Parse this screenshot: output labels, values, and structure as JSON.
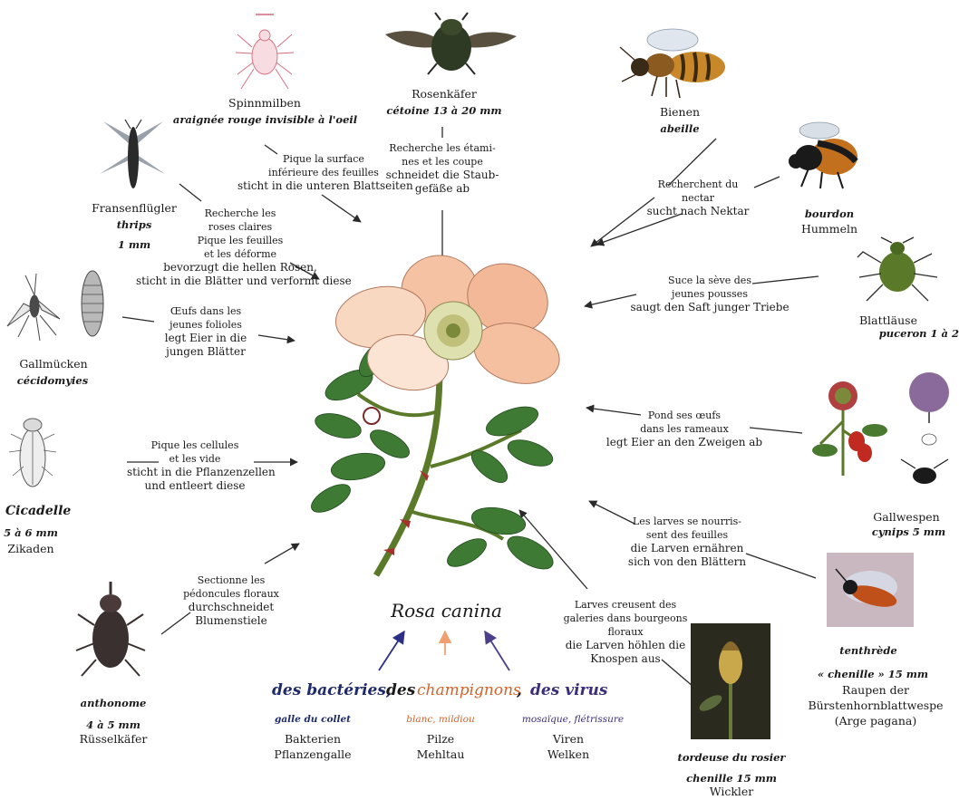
{
  "colors": {
    "arrow": "#2a2a2a",
    "bacteria": "#1f2a6b",
    "fungi": "#d2622a",
    "virus": "#3a2f7a",
    "dark_text": "#1a1a1a"
  },
  "center": {
    "title": "Rosa canina"
  },
  "pests": {
    "spinnmilben": {
      "de": "Spinnmilben",
      "fr": "araignée rouge invisible à l'oeil",
      "icon": "mite-icon",
      "note": [
        "Pique la surface",
        "inférieure des feuilles",
        "sticht in die unteren Blattseiten"
      ]
    },
    "rosenkaefer": {
      "de": "Rosenkäfer",
      "fr": "cétoine 13 à 20 mm",
      "icon": "beetle-icon",
      "note": [
        "Recherche les étami-",
        "nes et les coupe",
        "schneidet die Staub-",
        "gefäße ab"
      ]
    },
    "bienen": {
      "de": "Bienen",
      "fr": "abeille",
      "icon": "bee-icon"
    },
    "bourdon": {
      "fr": "bourdon",
      "de": "Hummeln",
      "icon": "bumblebee-icon",
      "note": [
        "Recherchent du",
        "nectar",
        "sucht nach Nektar"
      ]
    },
    "thrips": {
      "de": "Fransenflügler",
      "fr": "thrips",
      "size": "1 mm",
      "icon": "thrips-icon",
      "note": [
        "Recherche les",
        "roses claires",
        "Pique les feuilles",
        "et les déforme",
        "bevorzugt die hellen Rosen,",
        "sticht in die Blätter und verformt diese"
      ]
    },
    "blattlaeuse": {
      "de": "Blattläuse",
      "fr": "puceron 1 à 2",
      "icon": "aphid-icon",
      "note": [
        "Suce la sève des",
        "jeunes pousses",
        "saugt den Saft junger Triebe"
      ]
    },
    "gallmuecken": {
      "de": "Gallmücken",
      "fr": "cécidomyies",
      "icon": "gall-midge-icon",
      "note": [
        "Œufs dans les",
        "jeunes folioles",
        "legt Eier in die",
        "jungen Blätter"
      ]
    },
    "gallwespen": {
      "de": "Gallwespen",
      "fr": "cynips 5 mm",
      "icon": "gall-wasp-icon",
      "note": [
        "Pond ses œufs",
        "dans les rameaux",
        "legt Eier an den Zweigen ab"
      ]
    },
    "cicadelle": {
      "fr": "Cicadelle",
      "size": "5 à 6 mm",
      "de": "Zikaden",
      "icon": "leafhopper-icon",
      "note": [
        "Pique les cellules",
        "et les vide",
        "sticht in die Pflanzenzellen",
        "und entleert diese"
      ]
    },
    "tenthrede": {
      "fr": "tenthrède",
      "fr2": "« chenille » 15 mm",
      "de1": "Raupen der",
      "de2": "Bürstenhornblattwespe",
      "de3": "(Arge pagana)",
      "icon": "sawfly-icon",
      "note": [
        "Les larves se nourris-",
        "sent des feuilles",
        "die Larven ernähren",
        "sich von den Blättern"
      ]
    },
    "anthonome": {
      "fr": "anthonome",
      "size": "4 à 5 mm",
      "de": "Rüsselkäfer",
      "icon": "weevil-icon",
      "note": [
        "Sectionne les",
        "pédoncules floraux",
        "durchschneidet",
        "Blumenstiele"
      ]
    },
    "tordeuse": {
      "fr": "tordeuse du rosier",
      "fr2": "chenille 15 mm",
      "de": "Wickler",
      "icon": "leaf-roller-icon",
      "note": [
        "Larves creusent des",
        "galeries dans bourgeons",
        "floraux",
        "die Larven höhlen die",
        "Knospen aus"
      ]
    }
  },
  "diseases": {
    "bacteria": {
      "fr": "des bactéries,",
      "sub": "galle du collet",
      "de1": "Bakterien",
      "de2": "Pflanzengalle"
    },
    "fungi": {
      "prefix": "des",
      "fr": "champignons",
      "suffix": ",",
      "sub": "blanc, mildiou",
      "de1": "Pilze",
      "de2": "Mehltau"
    },
    "virus": {
      "fr": "des virus",
      "sub": "mosaïque, flétrissure",
      "de1": "Viren",
      "de2": "Welken"
    }
  }
}
